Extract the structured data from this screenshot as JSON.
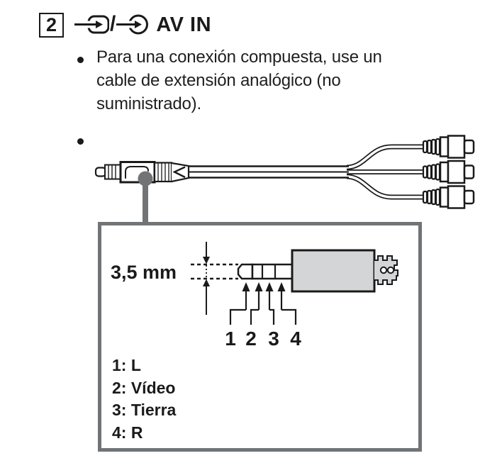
{
  "header": {
    "step_number": "2",
    "separator": "/",
    "title": "AV IN",
    "icons": [
      "composite-video-in-icon",
      "audio-in-icon"
    ]
  },
  "bullets": {
    "first": {
      "lines": [
        "Para una conexión compuesta, use un",
        "cable de extensión analógico (no",
        "suministrado)."
      ]
    },
    "second": {
      "lines": []
    }
  },
  "detail_box": {
    "measurement_label": "3,5 mm",
    "pin_numbers": [
      "1",
      "2",
      "3",
      "4"
    ],
    "legend": [
      "1: L",
      "2: Vídeo",
      "3: Tierra",
      "4: R"
    ]
  },
  "colors": {
    "ink": "#1a1a1a",
    "callout_gray": "#707477",
    "plug_fill_gray": "#d3d5d7"
  }
}
